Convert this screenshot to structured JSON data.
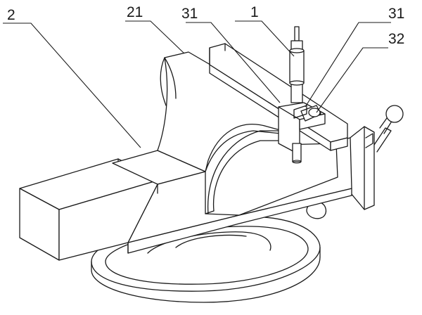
{
  "labels": {
    "ref_2": "2",
    "ref_21": "21",
    "ref_31_left": "31",
    "ref_1": "1",
    "ref_31_right": "31",
    "ref_32": "32"
  }
}
